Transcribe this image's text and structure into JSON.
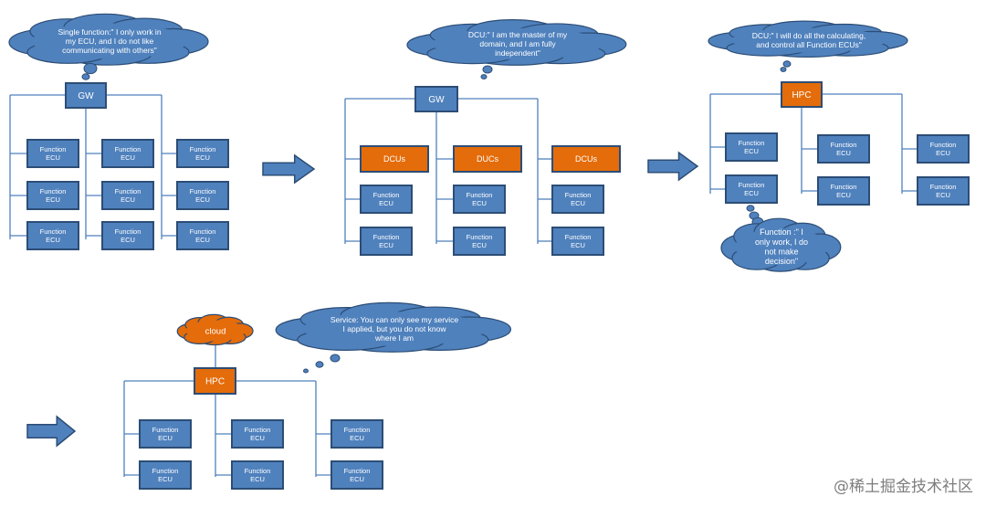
{
  "panels": [
    {
      "id": "p1",
      "top_label": "GW",
      "bubble_text": [
        "Single function:\" I only work in",
        "my ECU, and I do not  like",
        "communicating with others\""
      ],
      "columns": [
        {
          "ecus": [
            [
              "Function",
              "ECU"
            ],
            [
              "Function",
              "ECU"
            ],
            [
              "Function",
              "ECU"
            ]
          ]
        },
        {
          "ecus": [
            [
              "Function",
              "ECU"
            ],
            [
              "Function",
              "ECU"
            ],
            [
              "Function",
              "ECU"
            ]
          ]
        },
        {
          "ecus": [
            [
              "Function",
              "ECU"
            ],
            [
              "Function",
              "ECU"
            ],
            [
              "Function",
              "ECU"
            ]
          ]
        }
      ]
    },
    {
      "id": "p2",
      "top_label": "GW",
      "bubble_text": [
        "DCU:\" I am the master of my",
        "domain, and I am fully",
        "independent\""
      ],
      "columns": [
        {
          "domain": "DCUs",
          "ecus": [
            [
              "Function",
              "ECU"
            ],
            [
              "Function",
              "ECU"
            ]
          ]
        },
        {
          "domain": "DUCs",
          "ecus": [
            [
              "Function",
              "ECU"
            ],
            [
              "Function",
              "ECU"
            ]
          ]
        },
        {
          "domain": "DCUs",
          "ecus": [
            [
              "Function",
              "ECU"
            ],
            [
              "Function",
              "ECU"
            ]
          ]
        }
      ]
    },
    {
      "id": "p3",
      "top_label": "HPC",
      "bubble_text": [
        "DCU:\" I will do all the calculating,",
        "and  control all Function ECUs\""
      ],
      "columns": [
        {
          "ecus": [
            [
              "Function",
              "ECU"
            ],
            [
              "Function",
              "ECU"
            ]
          ]
        },
        {
          "ecus": [
            [
              "Function",
              "ECU"
            ],
            [
              "Function",
              "ECU"
            ]
          ]
        },
        {
          "ecus": [
            [
              "Function",
              "ECU"
            ],
            [
              "Function",
              "ECU"
            ]
          ]
        }
      ],
      "sub_bubble_text": [
        "Function :\" I",
        "only work, I do",
        "not make",
        "decision\""
      ]
    },
    {
      "id": "p4",
      "top_label": "HPC",
      "cloud_label": "cloud",
      "bubble_text": [
        "Service: You can only see my service",
        "I applied, but you do not know",
        "where I am"
      ],
      "columns": [
        {
          "ecus": [
            [
              "Function",
              "ECU"
            ],
            [
              "Function",
              "ECU"
            ]
          ]
        },
        {
          "ecus": [
            [
              "Function",
              "ECU"
            ],
            [
              "Function",
              "ECU"
            ]
          ]
        },
        {
          "ecus": [
            [
              "Function",
              "ECU"
            ],
            [
              "Function",
              "ECU"
            ]
          ]
        }
      ]
    }
  ],
  "watermark": "@稀土掘金技术社区",
  "colors": {
    "ecu_fill": "#4f81bd",
    "ecu_stroke": "#2c4d75",
    "orange": "#e46c0a",
    "cloud_blue": "#4f81bd",
    "line": "#4f81bd",
    "arrow": "#4f81bd"
  }
}
